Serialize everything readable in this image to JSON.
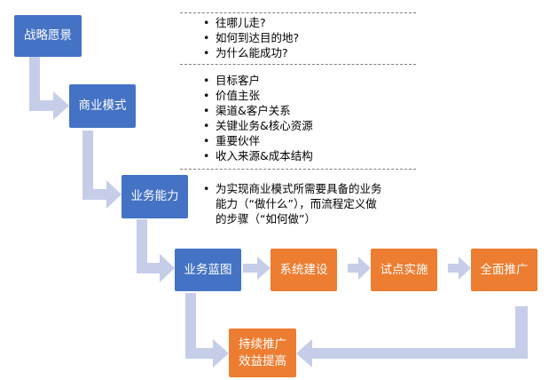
{
  "colors": {
    "stage_box": "#4472c4",
    "action_box": "#ed7d31",
    "arrow": "#c5cde9"
  },
  "stages": {
    "strategy_vision": "战略愿景",
    "business_model": "商业模式",
    "business_capability": "业务能力",
    "business_blueprint": "业务蓝图"
  },
  "actions": {
    "system_build": "系统建设",
    "pilot": "试点实施",
    "rollout": "全面推广",
    "continuous_line1": "持续推广",
    "continuous_line2": "效益提高"
  },
  "vision_questions": [
    "往哪儿走?",
    "如何到达目的地?",
    "为什么能成功?"
  ],
  "model_elements": [
    "目标客户",
    "价值主张",
    "渠道&客户关系",
    "关键业务&核心资源",
    "重要伙伴",
    "收入来源&成本结构"
  ],
  "capability_note": [
    "为实现商业模式所需要具备的业务",
    "能力（“做什么”），而流程定义做",
    "的步骤（“如何做”）"
  ]
}
